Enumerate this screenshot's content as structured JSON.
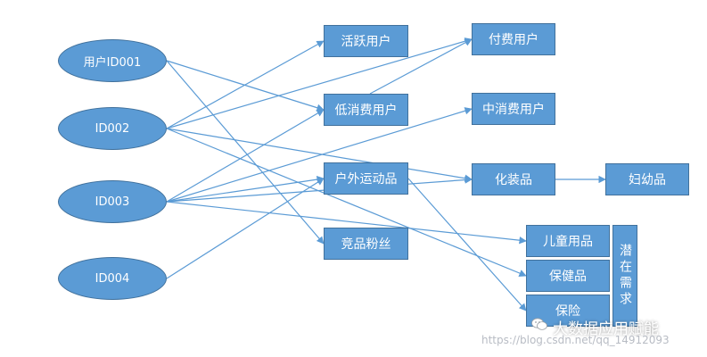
{
  "users": [
    {
      "id": "u1",
      "label": "用户ID001"
    },
    {
      "id": "u2",
      "label": "ID002"
    },
    {
      "id": "u3",
      "label": "ID003"
    },
    {
      "id": "u4",
      "label": "ID004"
    }
  ],
  "tags": [
    {
      "id": "t_active",
      "label": "活跃用户"
    },
    {
      "id": "t_low",
      "label": "低消费用户"
    },
    {
      "id": "t_outdoor",
      "label": "户外运动品"
    },
    {
      "id": "t_rival",
      "label": "竞品粉丝"
    },
    {
      "id": "t_paid",
      "label": "付费用户"
    },
    {
      "id": "t_mid",
      "label": "中消费用户"
    },
    {
      "id": "t_cosmetics",
      "label": "化装品"
    },
    {
      "id": "t_maternal",
      "label": "妇幼品"
    },
    {
      "id": "t_kids",
      "label": "儿童用品"
    },
    {
      "id": "t_health",
      "label": "保健品"
    },
    {
      "id": "t_insurance",
      "label": "保险"
    }
  ],
  "potential_demand": {
    "label": "潜在需求"
  },
  "edges": [
    [
      "u1",
      "t_low"
    ],
    [
      "u1",
      "t_rival"
    ],
    [
      "u2",
      "t_active"
    ],
    [
      "u2",
      "t_paid"
    ],
    [
      "u2",
      "t_cosmetics"
    ],
    [
      "u2",
      "t_health"
    ],
    [
      "u3",
      "t_low"
    ],
    [
      "u3",
      "t_mid"
    ],
    [
      "u3",
      "t_outdoor"
    ],
    [
      "u3",
      "t_cosmetics"
    ],
    [
      "u3",
      "t_kids"
    ],
    [
      "u4",
      "t_outdoor"
    ],
    [
      "t_low",
      "t_paid"
    ],
    [
      "t_outdoor",
      "t_insurance"
    ],
    [
      "t_cosmetics",
      "t_maternal"
    ]
  ],
  "watermark": {
    "brand": "大数据应用赋能",
    "url": "https://blog.csdn.net/qq_14912093"
  },
  "colors": {
    "node_fill": "#5b9bd5",
    "node_border": "#41719c",
    "edge": "#5b9bd5"
  }
}
